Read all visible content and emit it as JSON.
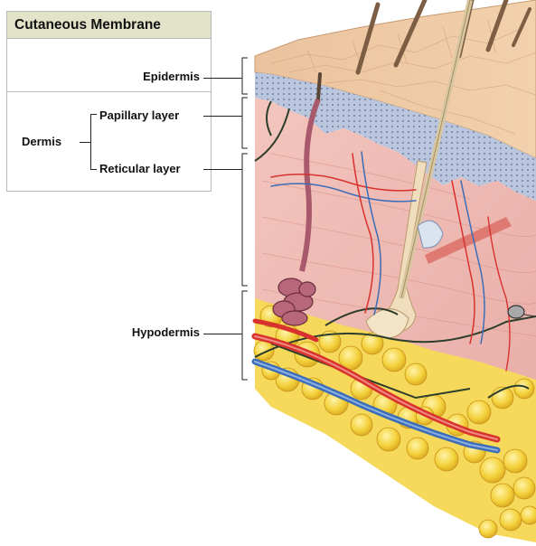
{
  "legend": {
    "title": "Cutaneous Membrane",
    "epidermis": "Epidermis",
    "dermis": "Dermis",
    "papillary": "Papillary layer",
    "reticular": "Reticular layer",
    "hypodermis": "Hypodermis"
  },
  "colors": {
    "title_bar": "#e3e3c9",
    "skin_surface": "#ecc49b",
    "epidermis_layer": "#b9c6dd",
    "dermis": "#efb6b0",
    "fat": "#f2d33e",
    "artery": "#d8322e",
    "vein": "#3b6db8",
    "nerve": "#2c3d2c",
    "hair": "#b9a47a",
    "sweat_gland": "#a85a6c"
  },
  "icons": [
    "skin-cross-section"
  ]
}
